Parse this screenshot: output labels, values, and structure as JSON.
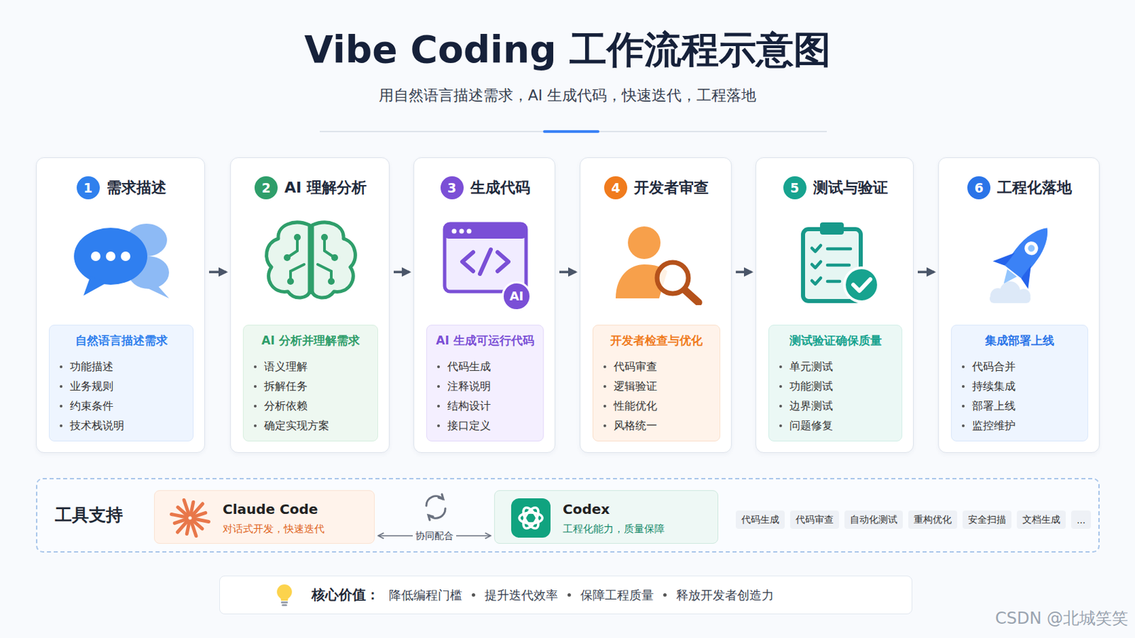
{
  "diagram": {
    "title": "Vibe Coding 工作流程示意图",
    "caption": "用自然语言描述需求，AI 生成代码，快速迭代，工程落地",
    "nodes": [
      {
        "text": [
          "需求描述"
        ]
      },
      {
        "text": [
          "1"
        ],
        "in": 0
      },
      {
        "text": [
          "自然语言描述需求",
          "功能描述",
          "业务规则",
          "约束条件",
          "技术栈说明"
        ],
        "in": 0
      },
      {
        "text": [
          "AI 理解分析"
        ]
      },
      {
        "text": [
          "2"
        ],
        "in": 3
      },
      {
        "text": [
          "AI 分析并理解需求",
          "语义理解",
          "拆解任务",
          "分析依赖",
          "确定实现方案"
        ],
        "in": 3
      },
      {
        "text": [
          "生成代码"
        ]
      },
      {
        "text": [
          "3"
        ],
        "in": 6
      },
      {
        "text": [
          "AI"
        ],
        "in": 6
      },
      {
        "text": [
          "AI 生成可运行代码",
          "代码生成",
          "注释说明",
          "结构设计",
          "接口定义"
        ],
        "in": 6
      },
      {
        "text": [
          "开发者审查"
        ]
      },
      {
        "text": [
          "4"
        ],
        "in": 10
      },
      {
        "text": [
          "开发者检查与优化",
          "代码审查",
          "逻辑验证",
          "性能优化",
          "风格统一"
        ],
        "in": 10
      },
      {
        "text": [
          "测试与验证"
        ]
      },
      {
        "text": [
          "5"
        ],
        "in": 13
      },
      {
        "text": [
          "测试验证确保质量",
          "单元测试",
          "功能测试",
          "边界测试",
          "问题修复"
        ],
        "in": 13
      },
      {
        "text": [
          "工程化落地"
        ]
      },
      {
        "text": [
          "6"
        ],
        "in": 16
      },
      {
        "text": [
          "集成部署上线",
          "代码合并",
          "持续集成",
          "部署上线",
          "监控维护"
        ],
        "in": 16
      },
      {
        "text": [
          "工具支持"
        ]
      },
      {
        "text": [
          "Claude Code",
          "对话式开发，快速迭代"
        ],
        "in": 19
      },
      {
        "text": [
          "Codex",
          "工程化能力，质量保障"
        ],
        "in": 19
      },
      {
        "text": [
          "代码生成"
        ],
        "in": 19
      },
      {
        "text": [
          "代码审查"
        ],
        "in": 19
      },
      {
        "text": [
          "自动化测试"
        ],
        "in": 19
      },
      {
        "text": [
          "重构优化"
        ],
        "in": 19
      },
      {
        "text": [
          "安全扫描"
        ],
        "in": 19
      },
      {
        "text": [
          "文档生成"
        ],
        "in": 19
      },
      {
        "text": [
          "..."
        ],
        "in": 19
      },
      {
        "text": [
          "核心价值：",
          "降低编程门槛",
          "提升迭代效率",
          "保障工程质量",
          "释放开发者创造力"
        ]
      }
    ],
    "edges": [
      {
        "from": 0,
        "to": 3,
        "arrow": "to"
      },
      {
        "from": 3,
        "to": 6,
        "arrow": "to"
      },
      {
        "from": 6,
        "to": 10,
        "arrow": "to"
      },
      {
        "from": 10,
        "to": 13,
        "arrow": "to"
      },
      {
        "from": 13,
        "to": 16,
        "arrow": "to"
      },
      {
        "from": 20,
        "to": 21,
        "label": "协同配合",
        "arrow": "both"
      }
    ],
    "labels": [
      "CSDN @北城笑笑"
    ]
  }
}
